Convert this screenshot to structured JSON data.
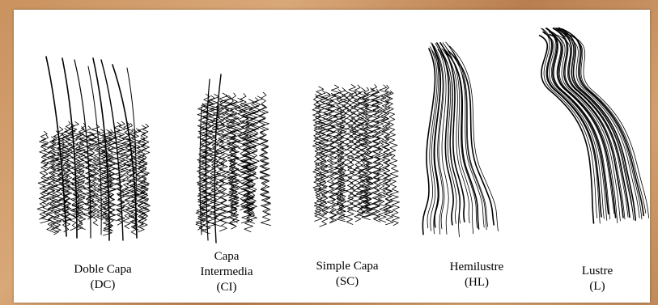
{
  "figure": {
    "categories": [
      {
        "id": "dc",
        "name": "Doble Capa",
        "abbr": "(DC)"
      },
      {
        "id": "ci",
        "name_line1": "Capa",
        "name_line2": "Intermedia",
        "abbr": "(CI)"
      },
      {
        "id": "sc",
        "name": "Simple Capa",
        "abbr": "(SC)"
      },
      {
        "id": "hl",
        "name": "Hemilustre",
        "abbr": "(HL)"
      },
      {
        "id": "l",
        "name": "Lustre",
        "abbr": "(L)"
      }
    ],
    "colors": {
      "fiber": "#000000",
      "panel": "#ffffff"
    }
  }
}
